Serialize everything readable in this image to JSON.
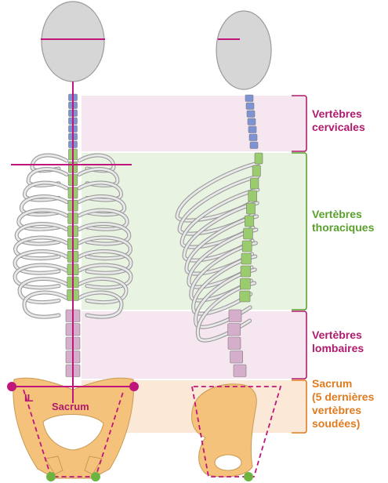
{
  "regions": {
    "cervical": {
      "lines": [
        "Vertèbres",
        "cervicales"
      ],
      "color": "#b01a6e",
      "band": "#f6e6ef"
    },
    "thoracic": {
      "lines": [
        "Vertèbres",
        "thoraciques"
      ],
      "color": "#5aa02c",
      "band": "#e9f3e1"
    },
    "lumbar": {
      "lines": [
        "Vertèbres",
        "lombaires"
      ],
      "color": "#b01a6e",
      "band": "#f6e6ef"
    },
    "sacrum": {
      "lines": [
        "Sacrum",
        "(5 dernières",
        "vertèbres",
        "soudées)"
      ],
      "color": "#e07b20",
      "band": "#fbe8d6"
    }
  },
  "pelvis_labels": {
    "il": "IL",
    "sacrum": "Sacrum"
  },
  "colors": {
    "head": "#d6d6d6",
    "bone_outline": "#9a9a9a",
    "cervical_vertebra": "#7d93d4",
    "thoracic_vertebra": "#9acb6d",
    "lumbar_vertebra": "#d5aecb",
    "pelvis": "#f4c27a",
    "magenta": "#c0157a",
    "green_dot": "#6db33f"
  }
}
